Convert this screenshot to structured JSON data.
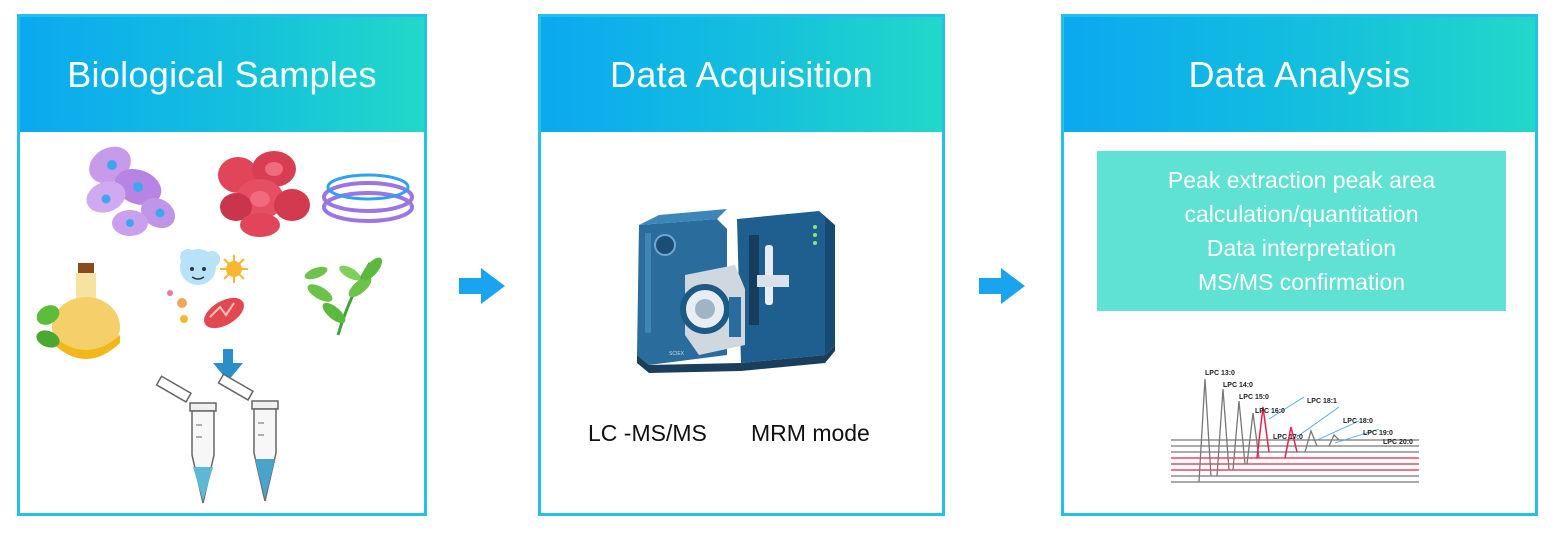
{
  "panels": [
    {
      "title": "Biological Samples"
    },
    {
      "title": "Data Acquisition",
      "caption_left": "LC -MS/MS",
      "caption_right": "MRM mode"
    },
    {
      "title": "Data Analysis",
      "steps": [
        "Peak extraction peak area",
        "calculation/quantitation",
        "Data interpretation",
        "MS/MS confirmation"
      ],
      "peaks": [
        "LPC 13:0",
        "LPC 14:0",
        "LPC 15:0",
        "LPC 16:0",
        "LPC 18:1",
        "LPC 17:0",
        "LPC 18:0",
        "LPC 19:0",
        "LPC 20:0"
      ]
    }
  ],
  "colors": {
    "border": "#24c0e8",
    "header_start": "#0aa9f0",
    "header_end": "#22d8c8",
    "arrow": "#1aa3ee",
    "teal_box": "#5fe1d3",
    "highlight_trace": "#e8204a"
  },
  "icons": [
    "cells-icon",
    "red-blood-cells-icon",
    "petri-dish-icon",
    "oil-bottle-icon",
    "microbes-icon",
    "plant-icon",
    "down-arrow-icon",
    "microtube-icon",
    "mass-spectrometer-icon",
    "right-arrow-icon",
    "chromatogram-icon"
  ]
}
